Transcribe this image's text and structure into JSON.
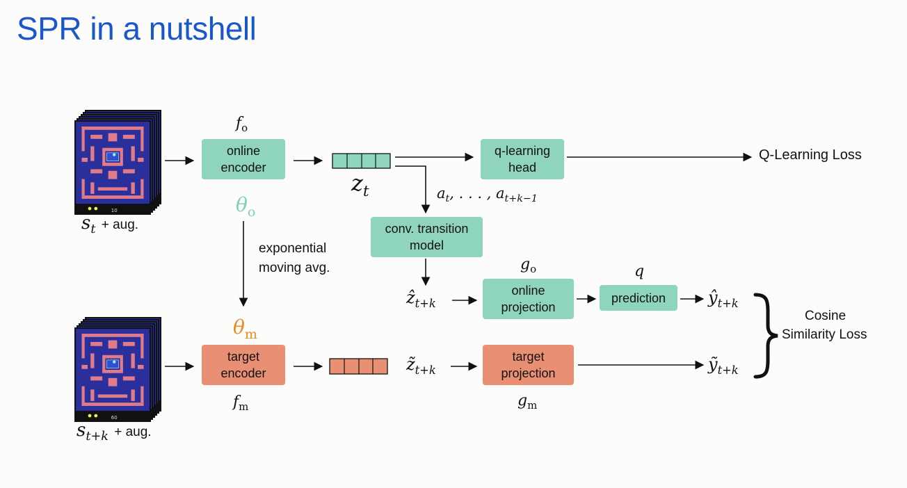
{
  "title": "SPR in a nutshell",
  "boxes": {
    "online_encoder": "online\nencoder",
    "target_encoder": "target\nencoder",
    "q_learning_head": "q-learning\nhead",
    "conv_transition_model": "conv. transition\nmodel",
    "online_projection": "online\nprojection",
    "target_projection": "target\nprojection",
    "prediction": "prediction"
  },
  "labels": {
    "q_learning_loss": "Q-Learning Loss",
    "ema_line1": "exponential",
    "ema_line2": "moving avg.",
    "cosine_line1": "Cosine",
    "cosine_line2": "Similarity Loss",
    "state_t": "s",
    "state_t_sub": "t",
    "state_t_aug": "+ aug.",
    "state_tk": "s",
    "state_tk_sub": "t+k",
    "state_tk_aug": "+ aug.",
    "f_o": "f",
    "f_o_sub": "o",
    "f_m": "f",
    "f_m_sub": "m",
    "theta_o": "θ",
    "theta_o_sub": "o",
    "theta_m": "θ",
    "theta_m_sub": "m",
    "z_t": "z",
    "z_t_sub": "t",
    "actions": "a",
    "actions_sub1": "t",
    "actions_mid": ", . . . , a",
    "actions_sub2": "t+k−1",
    "g_o": "g",
    "g_o_sub": "o",
    "g_m": "g",
    "g_m_sub": "m",
    "q": "q",
    "z_hat": "ẑ",
    "z_hat_sub": "t+k",
    "z_tilde": "z̃",
    "z_tilde_sub": "t+k",
    "y_hat": "ŷ",
    "y_hat_sub": "t+k",
    "y_tilde": "ỹ",
    "y_tilde_sub": "t+k"
  },
  "game_frames": {
    "top_score": "10",
    "bottom_score": "60"
  },
  "colors": {
    "title": "#1a57c9",
    "online": "#8fd5bd",
    "target": "#e88f74",
    "theta_o": "#7ed1b8",
    "theta_m": "#ef8a1e",
    "maze_blue": "#2a2f9c",
    "maze_pink": "#e07b8a"
  }
}
